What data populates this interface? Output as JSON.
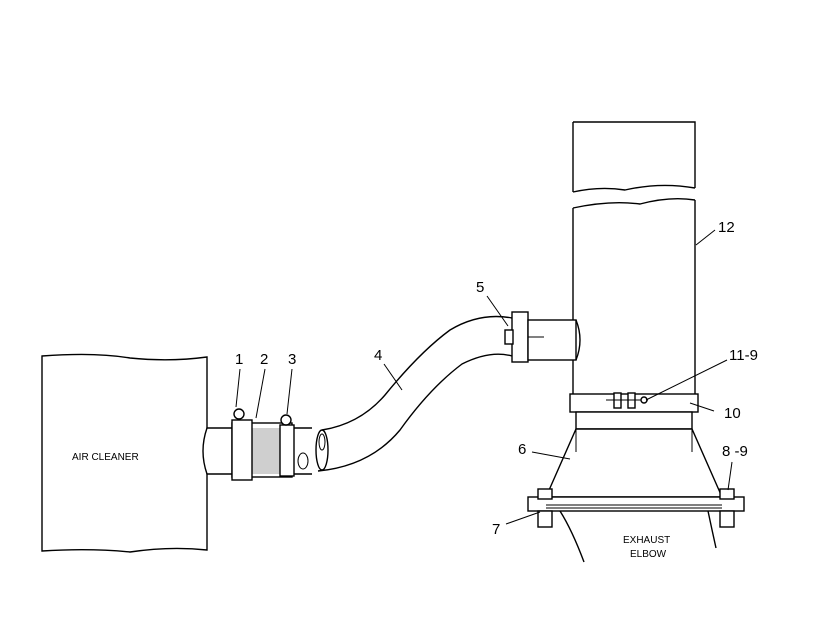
{
  "labels": {
    "air_cleaner": "AIR CLEANER",
    "exhaust_line1": "EXHAUST",
    "exhaust_line2": "ELBOW"
  },
  "callouts": {
    "c1": "1",
    "c2": "2",
    "c3": "3",
    "c4": "4",
    "c5": "5",
    "c6": "6",
    "c7": "7",
    "c8_9": "8 -9",
    "c10": "10",
    "c11_9": "11-9",
    "c12": "12"
  }
}
